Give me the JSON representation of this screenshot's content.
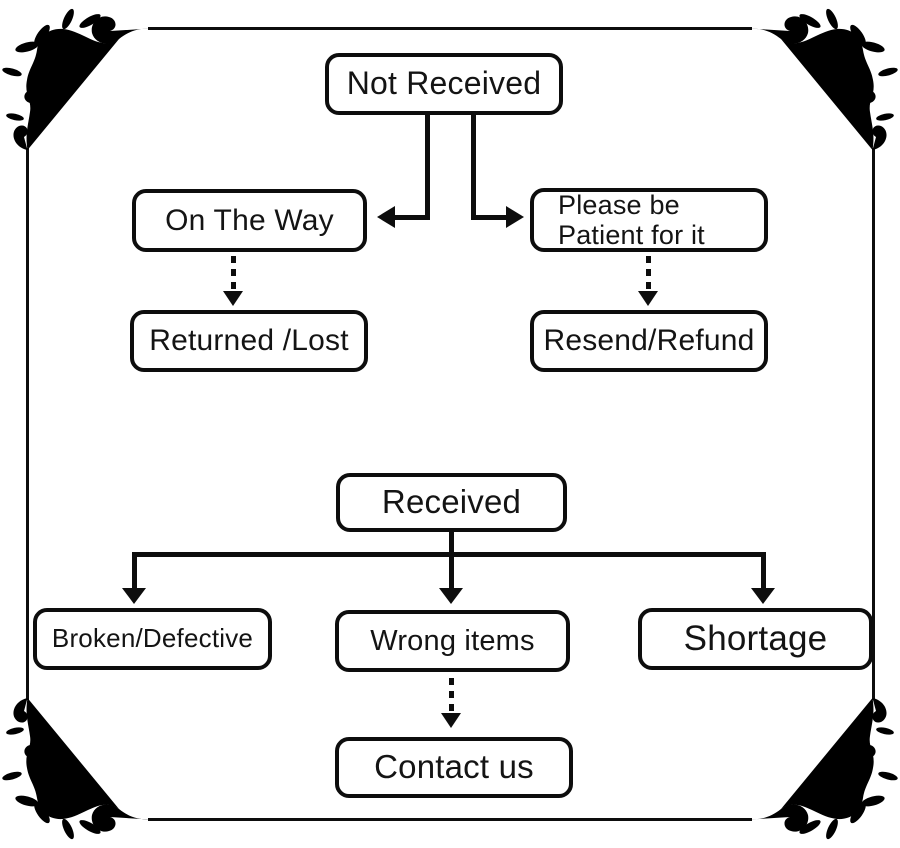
{
  "meta": {
    "background_color": "#ffffff",
    "line_color": "#0d0d0d",
    "decor": {
      "corner_ornament": "floral-flourish",
      "frame": "thin-double-ruled-border"
    }
  },
  "flowchart": {
    "not_received": {
      "label": "Not Received"
    },
    "on_the_way": {
      "label": "On The Way"
    },
    "please_patient": {
      "lines": [
        "Please be",
        "Patient for it"
      ]
    },
    "returned_lost": {
      "label": "Returned /Lost"
    },
    "resend_refund": {
      "label": "Resend/Refund"
    },
    "received": {
      "label": "Received"
    },
    "broken_defective": {
      "label": "Broken/Defective"
    },
    "wrong_items": {
      "label": "Wrong items"
    },
    "shortage": {
      "label": "Shortage"
    },
    "contact_us": {
      "label": "Contact us"
    },
    "edges": [
      {
        "from": "Not Received",
        "to": "On The Way",
        "style": "solid"
      },
      {
        "from": "Not Received",
        "to": "Please be Patient for it",
        "style": "solid"
      },
      {
        "from": "On The Way",
        "to": "Returned /Lost",
        "style": "dashed"
      },
      {
        "from": "Please be Patient for it",
        "to": "Resend/Refund",
        "style": "dashed"
      },
      {
        "from": "Received",
        "to": "Broken/Defective",
        "style": "solid"
      },
      {
        "from": "Received",
        "to": "Wrong items",
        "style": "solid"
      },
      {
        "from": "Received",
        "to": "Shortage",
        "style": "solid"
      },
      {
        "from": "Wrong items",
        "to": "Contact us",
        "style": "dashed"
      }
    ]
  }
}
